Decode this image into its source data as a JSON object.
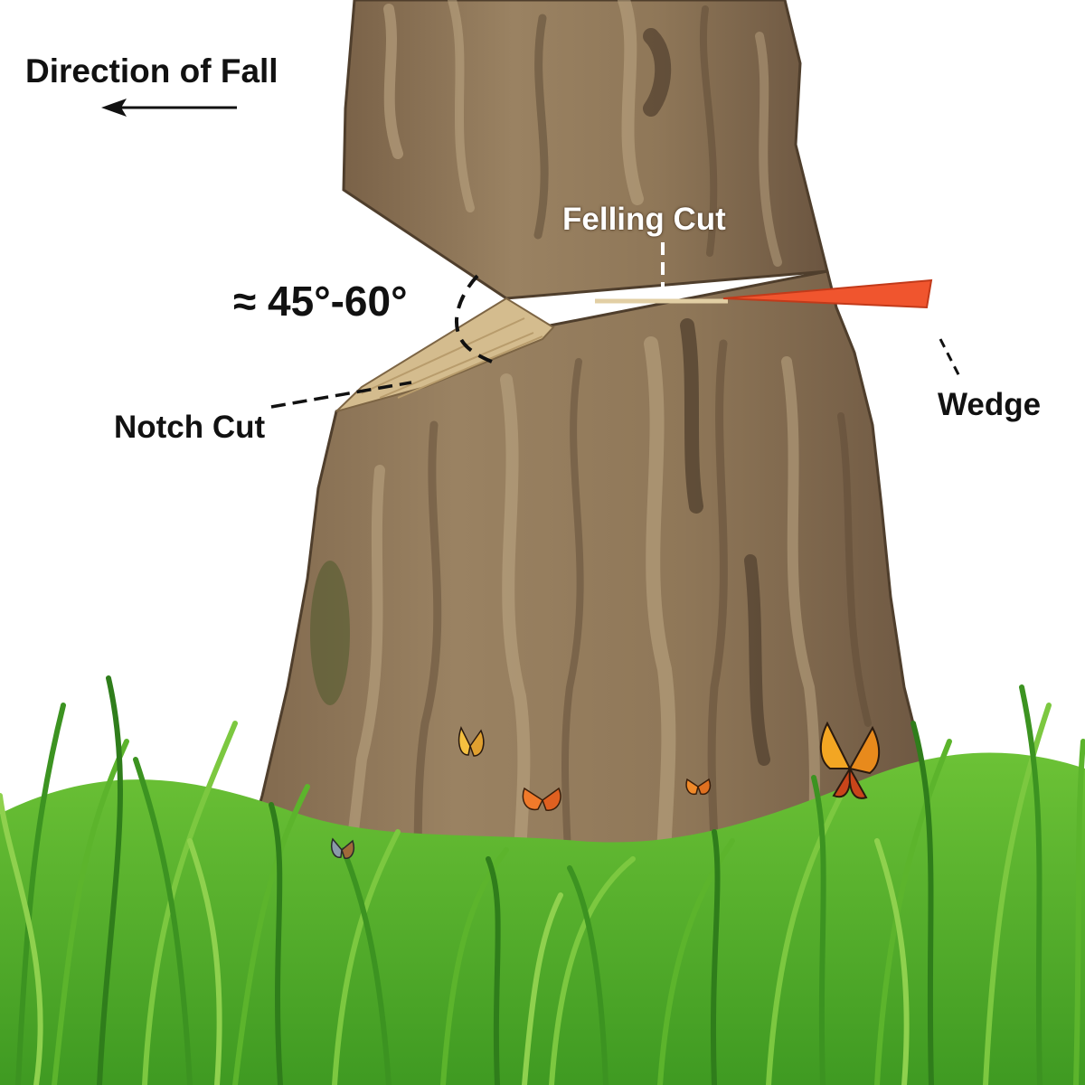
{
  "labels": {
    "direction_of_fall": "Direction of Fall",
    "angle": "≈ 45°-60°",
    "notch_cut": "Notch Cut",
    "felling_cut": "Felling Cut",
    "wedge": "Wedge"
  },
  "colors": {
    "bark": "#8b7356",
    "bark_dark": "#5e4c37",
    "bark_light": "#b9a27f",
    "cut_wood": "#d4bc8e",
    "wedge": "#f0552e",
    "grass": "#4aa72a",
    "grass_light": "#8fd14e",
    "grass_dark": "#2c6e1b",
    "text": "#111111"
  },
  "icons": [
    "direction-arrow-icon",
    "butterfly-icon"
  ]
}
